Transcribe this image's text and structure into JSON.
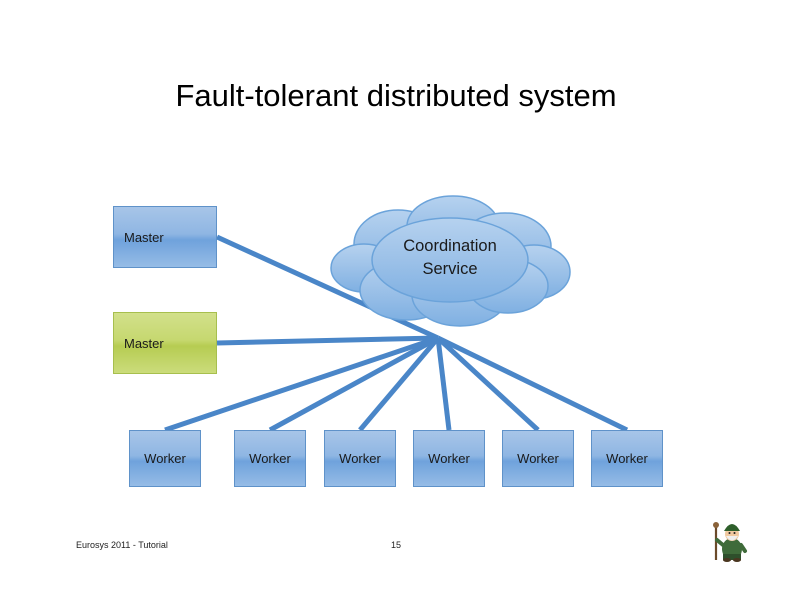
{
  "slide": {
    "title": "Fault-tolerant distributed system",
    "background_color": "#ffffff"
  },
  "diagram": {
    "cloud": {
      "label_line1": "Coordination",
      "label_line2": "Service",
      "fill_color": "#9dc3e6"
    },
    "masters": [
      {
        "label": "Master",
        "style": "blue"
      },
      {
        "label": "Master",
        "style": "green"
      }
    ],
    "workers": [
      {
        "label": "Worker"
      },
      {
        "label": "Worker"
      },
      {
        "label": "Worker"
      },
      {
        "label": "Worker"
      },
      {
        "label": "Worker"
      },
      {
        "label": "Worker"
      }
    ],
    "connector_color": "#4a86c8"
  },
  "footer": {
    "left_text": "Eurosys 2011 - Tutorial",
    "page_number": "15",
    "mascot_icon": "gnome-mascot-icon"
  }
}
